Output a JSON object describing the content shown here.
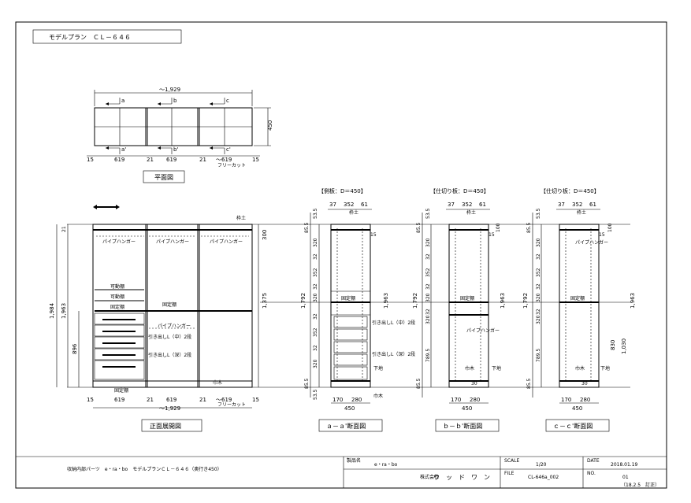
{
  "title": "モデルプラン　ＣＬ－６４６",
  "plan_view": {
    "label": "平面図",
    "overall_width": "～1,929",
    "section_markers": [
      "a",
      "b",
      "c"
    ],
    "section_markers_prime": [
      "a'",
      "b'",
      "c'"
    ],
    "depth": "450",
    "bottom_dims": [
      "15",
      "619",
      "21",
      "619",
      "21",
      "～619",
      "15"
    ],
    "free_cut": "フリーカット"
  },
  "section_headers": [
    "【側板：D＝450】",
    "【仕切り板：D＝450】",
    "【仕切り板：D＝450】"
  ],
  "front_view": {
    "label": "正面展開図",
    "overall_width": "～1,929",
    "bottom_dims": [
      "15",
      "619",
      "21",
      "619",
      "21",
      "～619",
      "15"
    ],
    "free_cut": "フリーカット",
    "heights": [
      "1,984",
      "1,963",
      "896",
      "21"
    ],
    "right_heights": [
      "300",
      "1,375"
    ],
    "pipe_labels": [
      "パイプハンガー",
      "パイプハンガー",
      "パイプハンガー",
      "パイプハンガー"
    ],
    "shelf_labels": [
      "可動棚",
      "可動棚",
      "固定棚",
      "固定棚",
      "固定棚"
    ],
    "drawer_labels": [
      "引き出しL（中）2段",
      "引き出しL（深）2段"
    ],
    "post_labels": [
      "枠土",
      "巾木"
    ]
  },
  "sections": [
    {
      "label": "ａ－ａ'断面図",
      "top_dims": [
        "37",
        "352",
        "61"
      ],
      "vdims": [
        "53.5",
        "85.5",
        "320",
        "32",
        "352",
        "32",
        "320",
        "32",
        "352",
        "32",
        "320",
        "85.5",
        "53.5"
      ],
      "total_h": "1,792",
      "right_h": "1,963",
      "bottom_dims": [
        "170",
        "280"
      ],
      "depth": "450",
      "small_dim": "15",
      "notes": [
        "引き出しL（中）2段",
        "引き出しL（深）2段",
        "下地",
        "巾木",
        "枠土",
        "固定棚"
      ]
    },
    {
      "label": "ｂ－ｂ'断面図",
      "top_dims": [
        "37",
        "352",
        "61"
      ],
      "vdims": [
        "53.5",
        "85.5",
        "320",
        "32",
        "352",
        "32",
        "320",
        "32",
        "320",
        "789.5",
        "85.5"
      ],
      "total_h": "1,792",
      "right_h": "1,963",
      "bottom_dims": [
        "170",
        "280"
      ],
      "depth": "450",
      "small_dims": [
        "15",
        "30",
        "100"
      ],
      "notes": [
        "パイプハンガー",
        "固定棚",
        "枠土",
        "巾木",
        "下地"
      ]
    },
    {
      "label": "ｃ－ｃ'断面図",
      "top_dims": [
        "37",
        "352",
        "61"
      ],
      "vdims": [
        "53.5",
        "85.5",
        "320",
        "32",
        "352",
        "32",
        "320",
        "32",
        "320",
        "789.5",
        "85.5"
      ],
      "total_h": "1,792",
      "right_h": "1,963",
      "right_h2": "1,030",
      "right_h3": "830",
      "bottom_dims": [
        "170",
        "280"
      ],
      "depth": "450",
      "small_dims": [
        "15",
        "30",
        "100"
      ],
      "notes": [
        "パイプハンガー",
        "固定棚",
        "枠土",
        "巾木",
        "下地"
      ]
    }
  ],
  "title_block": {
    "project": "収納内部パーツ　e・ra・bo　モデルプランＣＬ－６４６（奥行き450）",
    "product_label": "製品名",
    "product": "e・ra・bo",
    "company_label": "株式会社",
    "company": "ウ　ッ　ド　ワ　ン",
    "scale_label": "SCALE",
    "scale": "1/20",
    "file_label": "FILE",
    "file": "CL-646a_002",
    "date_label": "DATE",
    "date": "2018.01.19",
    "no_label": "NO.",
    "no": "01",
    "revision": "（18.2.5　訂正）"
  }
}
